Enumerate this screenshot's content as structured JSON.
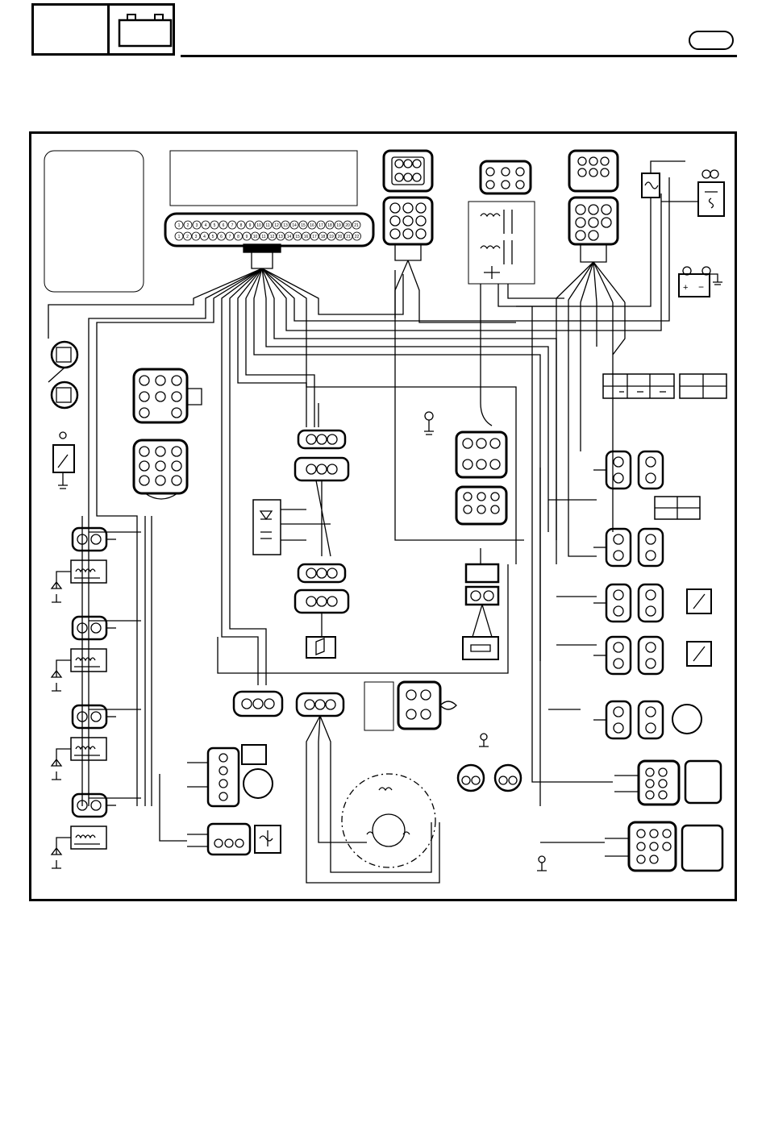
{
  "header": {
    "icon": "battery-icon"
  },
  "ecu_connector": {
    "pins_top": [
      "1",
      "2",
      "3",
      "4",
      "5",
      "6",
      "7",
      "8",
      "9",
      "10",
      "11",
      "12",
      "13",
      "14",
      "15",
      "16",
      "17",
      "18",
      "19",
      "20",
      "21"
    ],
    "pins_bottom": [
      "1",
      "2",
      "3",
      "4",
      "5",
      "6",
      "7",
      "8",
      "9",
      "10",
      "11",
      "12",
      "13",
      "14",
      "15",
      "16",
      "17",
      "18",
      "19",
      "20",
      "21",
      "22"
    ]
  },
  "battery": {
    "positive": "+",
    "negative": "−"
  }
}
